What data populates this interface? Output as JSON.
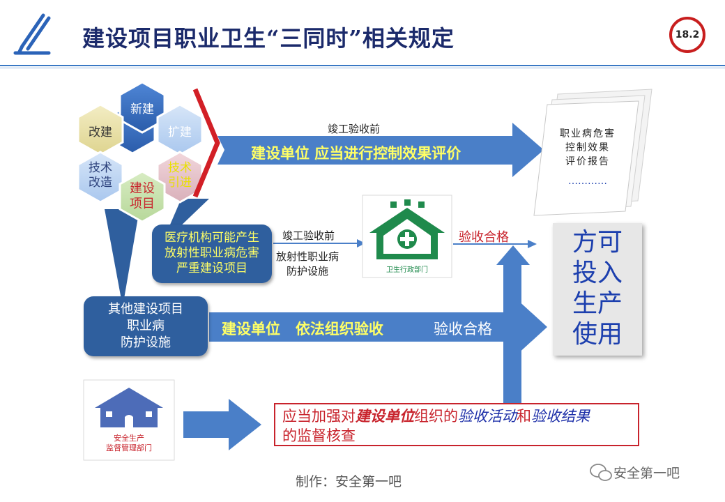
{
  "header": {
    "title": "建设项目职业卫生“三同时”相关规定",
    "page_number": "18.2"
  },
  "hexagons": {
    "new": "新建",
    "rebuild": "改建",
    "expand": "扩建",
    "tech_transform": [
      "技术",
      "改造"
    ],
    "tech_import": [
      "技术",
      "引进"
    ],
    "project": [
      "建设",
      "项目"
    ]
  },
  "flows": {
    "top": {
      "label": "竣工验收前",
      "arrow_text": "建设单位  应当进行控制效果评价"
    },
    "report": [
      "职业病危害",
      "控制效果",
      "评价报告",
      "…………"
    ],
    "radiation": {
      "bubble": [
        "医疗机构可能产生",
        "放射性职业病危害",
        "严重建设项目"
      ],
      "label_top": "竣工验收前",
      "label_bottom": [
        "放射性职业病",
        "防护设施"
      ],
      "agency_caption": "卫生行政部门",
      "pass_label": "验收合格"
    },
    "other": {
      "bubble": [
        "其他建设项目",
        "职业病",
        "防护设施"
      ],
      "arrow_text": "建设单位   依法组织验收",
      "pass_label": "验收合格"
    }
  },
  "result": [
    "方可",
    "投入",
    "生产",
    "使用"
  ],
  "supervision": {
    "agency_caption": [
      "安全生产",
      "监督管理部门"
    ],
    "text_prefix": "应当加强对",
    "text_unit": "建设单位",
    "text_mid": "组织的",
    "text_activity": "验收活动",
    "text_and": "和",
    "text_result": "验收结果",
    "text_end": "的监督核查"
  },
  "footer": {
    "credit": "制作：安全第一吧",
    "watermark": "安全第一吧"
  },
  "colors": {
    "arrow_blue": "#4a7fc8",
    "bubble_blue": "#2f5f9e",
    "accent_red": "#c8232c",
    "agency_green": "#1f8a4c",
    "title_navy": "#1b2a6b"
  }
}
